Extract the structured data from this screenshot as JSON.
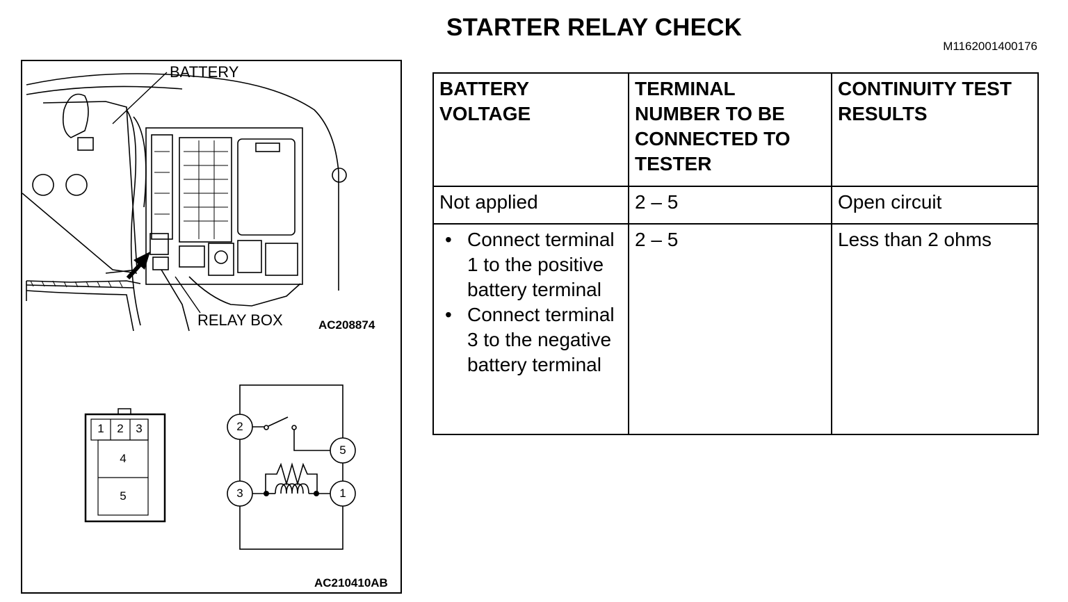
{
  "page": {
    "title": "STARTER RELAY CHECK",
    "doc_id": "M1162001400176"
  },
  "figure": {
    "callouts": {
      "battery": "BATTERY",
      "relay_box": "RELAY BOX"
    },
    "photo_code": "AC208874",
    "figure_code": "AC210410AB",
    "connector_pins": [
      "1",
      "2",
      "3",
      "4",
      "5"
    ],
    "schematic_terminals": [
      "2",
      "5",
      "3",
      "1"
    ]
  },
  "table": {
    "headers": [
      "BATTERY VOLTAGE",
      "TERMINAL NUMBER TO BE CONNECTED TO TESTER",
      "CONTINUITY TEST RESULTS"
    ],
    "rows": [
      {
        "voltage": "Not applied",
        "terminals": "2 – 5",
        "result": "Open circuit"
      },
      {
        "voltage_steps": [
          "Connect terminal 1 to the positive battery terminal",
          "Connect terminal 3 to the negative battery terminal"
        ],
        "terminals": "2 – 5",
        "result": "Less than 2 ohms"
      }
    ]
  }
}
